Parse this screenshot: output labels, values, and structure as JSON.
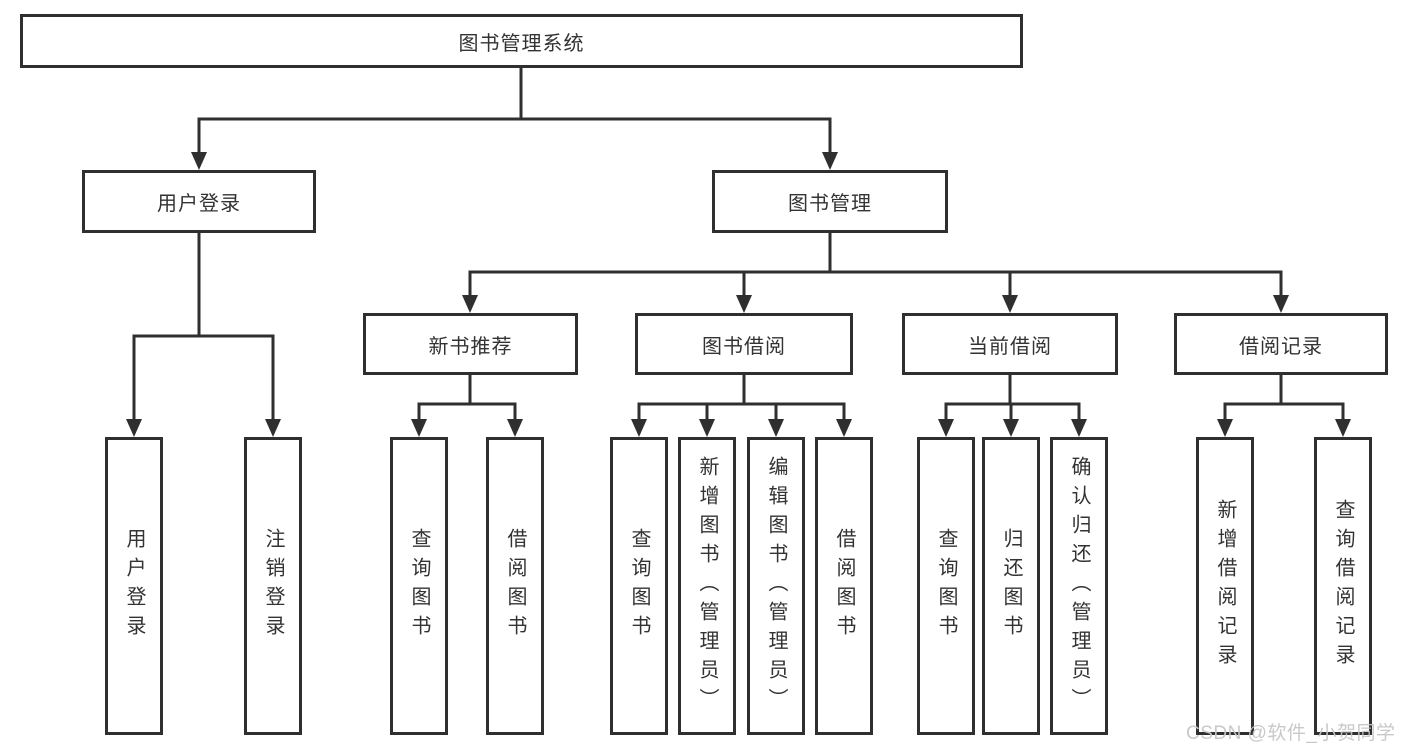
{
  "diagram": {
    "title": "图书管理系统",
    "branches": [
      {
        "label": "用户登录",
        "children": [
          {
            "label": "用户登录"
          },
          {
            "label": "注销登录"
          }
        ]
      },
      {
        "label": "图书管理",
        "children": [
          {
            "label": "新书推荐",
            "children": [
              {
                "label": "查询图书"
              },
              {
                "label": "借阅图书"
              }
            ]
          },
          {
            "label": "图书借阅",
            "children": [
              {
                "label": "查询图书"
              },
              {
                "label": "新增图书（管理员）"
              },
              {
                "label": "编辑图书（管理员）"
              },
              {
                "label": "借阅图书"
              }
            ]
          },
          {
            "label": "当前借阅",
            "children": [
              {
                "label": "查询图书"
              },
              {
                "label": "归还图书"
              },
              {
                "label": "确认归还（管理员）"
              }
            ]
          },
          {
            "label": "借阅记录",
            "children": [
              {
                "label": "新增借阅记录"
              },
              {
                "label": "查询借阅记录"
              }
            ]
          }
        ]
      }
    ]
  },
  "watermark": "CSDN @软件_小贺同学",
  "colors": {
    "line": "#2f2f2f",
    "text": "#333333",
    "background": "#ffffff",
    "watermark": "#c6c6c6"
  }
}
